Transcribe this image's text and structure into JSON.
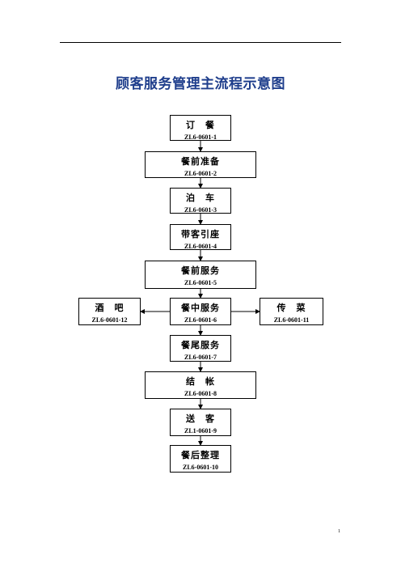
{
  "title": "顾客服务管理主流程示意图",
  "page_number": "1",
  "nodes": [
    {
      "id": "order",
      "name": "订　餐",
      "code": "ZL6-0601-1"
    },
    {
      "id": "prep",
      "name": "餐前准备",
      "code": "ZL6-0601-2"
    },
    {
      "id": "parking",
      "name": "泊　车",
      "code": "ZL6-0601-3"
    },
    {
      "id": "seating",
      "name": "带客引座",
      "code": "ZL6-0601-4"
    },
    {
      "id": "pre-service",
      "name": "餐前服务",
      "code": "ZL6-0601-5"
    },
    {
      "id": "mid-service",
      "name": "餐中服务",
      "code": "ZL6-0601-6"
    },
    {
      "id": "bar",
      "name": "酒　吧",
      "code": "ZL6-0601-12"
    },
    {
      "id": "serving",
      "name": "传　菜",
      "code": "ZL6-0601-11"
    },
    {
      "id": "end-service",
      "name": "餐尾服务",
      "code": "ZL6-0601-7"
    },
    {
      "id": "checkout",
      "name": "结　帐",
      "code": "ZL6-0601-8"
    },
    {
      "id": "farewell",
      "name": "送　客",
      "code": "ZL1-0601-9"
    },
    {
      "id": "post-tidy",
      "name": "餐后整理",
      "code": "ZL6-0601-10"
    }
  ]
}
